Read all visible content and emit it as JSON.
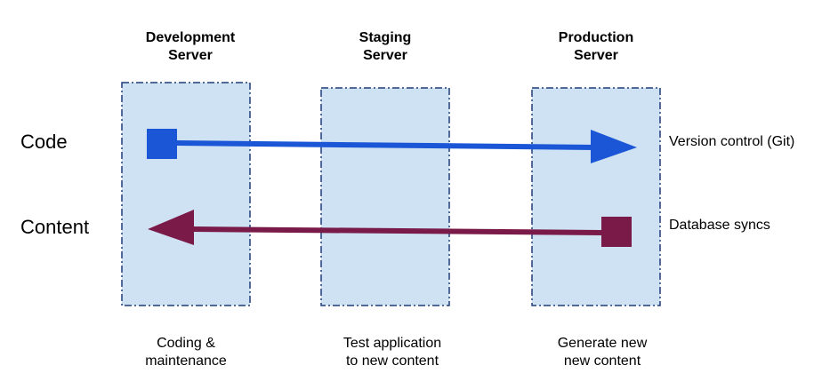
{
  "columns": [
    {
      "title_line1": "Development",
      "title_line2": "Server",
      "caption_line1": "Coding &",
      "caption_line2": "maintenance"
    },
    {
      "title_line1": "Staging",
      "title_line2": "Server",
      "caption_line1": "Test application",
      "caption_line2": "to new content"
    },
    {
      "title_line1": "Production",
      "title_line2": "Server",
      "caption_line1": "Generate new",
      "caption_line2": "new content"
    }
  ],
  "rows": [
    {
      "label": "Code",
      "note": "Version control (Git)",
      "color": "#1a56d6"
    },
    {
      "label": "Content",
      "note": "Database syncs",
      "color": "#7a1a48"
    }
  ],
  "colors": {
    "box_fill": "#cfe2f3",
    "box_border": "#1f3c78"
  }
}
